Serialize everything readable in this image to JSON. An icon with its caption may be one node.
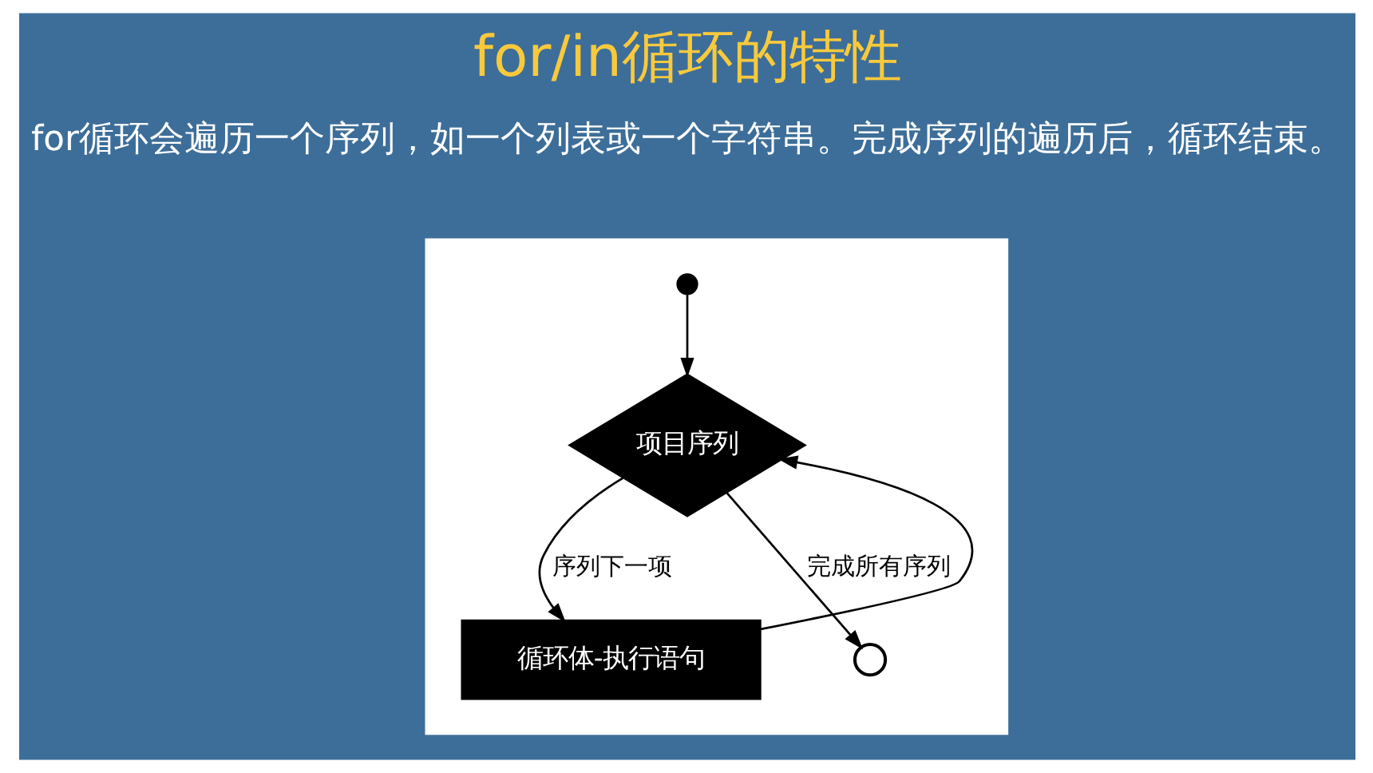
{
  "diagram": {
    "title": "for/in循环的特性",
    "nodes": [
      {
        "text": [],
        "shape": "box"
      },
      {
        "text": [],
        "shape": "circle",
        "in": 0
      },
      {
        "text": [
          "项目序列"
        ],
        "in": 0
      },
      {
        "text": [
          "循环体-执行语句"
        ],
        "in": 0
      },
      {
        "text": [],
        "shape": "circle",
        "in": 0
      }
    ],
    "edges": [
      {
        "from": 1,
        "to": 2,
        "arrow": "to"
      },
      {
        "from": 2,
        "to": 3,
        "arrow": "to",
        "label": "序列下一项"
      },
      {
        "from": 3,
        "to": 2,
        "arrow": "to"
      },
      {
        "from": 2,
        "to": 4,
        "arrow": "to",
        "label": "完成所有序列"
      }
    ],
    "labels": [
      "for循环会遍历一个序列，如一个列表或一个字符串。完成序列的遍历后，循环结束。"
    ]
  }
}
